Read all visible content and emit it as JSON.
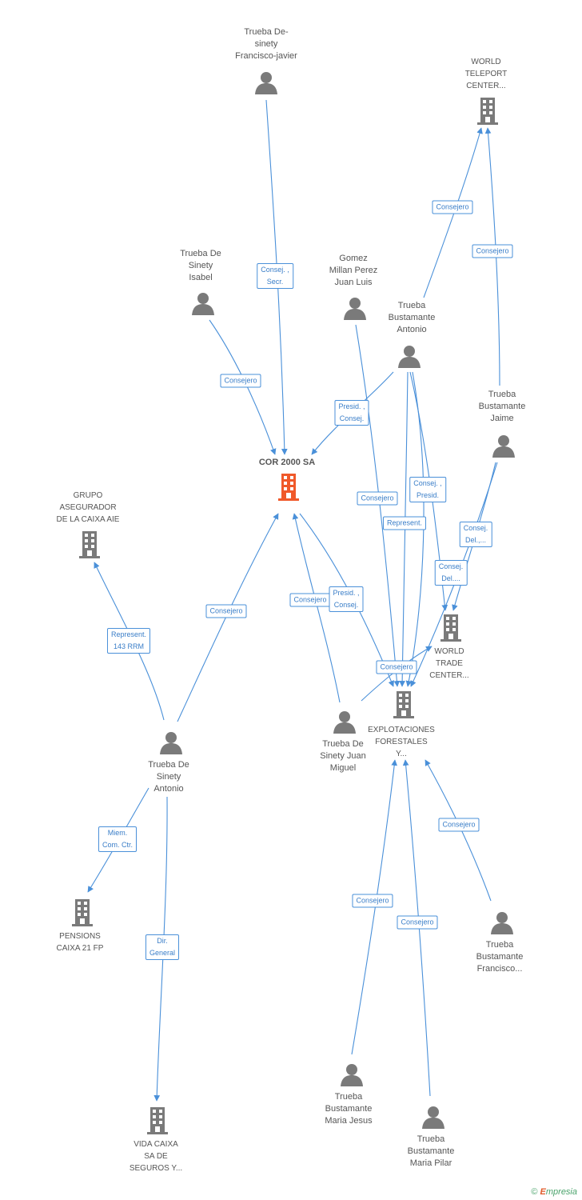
{
  "nodes": {
    "cor2000": {
      "label": "COR 2000 SA",
      "kind": "company",
      "color": "#f0592a"
    },
    "trueba_fjavier": {
      "label": "Trueba De-\nsinety\nFrancisco-javier",
      "kind": "person"
    },
    "world_teleport": {
      "label": "WORLD\nTELEPORT\nCENTER...",
      "kind": "company"
    },
    "trueba_isabel": {
      "label": "Trueba De\nSinety\nIsabel",
      "kind": "person"
    },
    "gomez_millan": {
      "label": "Gomez\nMillan Perez\nJuan Luis",
      "kind": "person"
    },
    "trueba_antonio_b": {
      "label": "Trueba\nBustamante\nAntonio",
      "kind": "person"
    },
    "trueba_jaime": {
      "label": "Trueba\nBustamante\nJaime",
      "kind": "person"
    },
    "grupo_asegurador": {
      "label": "GRUPO\nASEGURADOR\nDE LA CAIXA AIE",
      "kind": "company"
    },
    "world_trade": {
      "label": "WORLD\nTRADE\nCENTER...",
      "kind": "company"
    },
    "explotaciones": {
      "label": "EXPLOTACIONES\nFORESTALES\nY...",
      "kind": "company"
    },
    "trueba_juan_miguel": {
      "label": "Trueba De\nSinety Juan\nMiguel",
      "kind": "person"
    },
    "trueba_antonio_s": {
      "label": "Trueba De\nSinety\nAntonio",
      "kind": "person"
    },
    "pensions": {
      "label": "PENSIONS\nCAIXA 21 FP",
      "kind": "company"
    },
    "trueba_francisco_b": {
      "label": "Trueba\nBustamante\nFrancisco...",
      "kind": "person"
    },
    "vida_caixa": {
      "label": "VIDA CAIXA\nSA DE\nSEGUROS Y...",
      "kind": "company"
    },
    "trueba_maria_jesus": {
      "label": "Trueba\nBustamante\nMaria Jesus",
      "kind": "person"
    },
    "trueba_maria_pilar": {
      "label": "Trueba\nBustamante\nMaria Pilar",
      "kind": "person"
    }
  },
  "edge_labels": {
    "consej_secr": "Consej. ,\nSecr.",
    "consejero_isabel": "Consejero",
    "presid_consej_top": "Presid. ,\nConsej.",
    "consejero_wt1": "Consejero",
    "consejero_wt2": "Consejero",
    "consejero_gomez": "Consejero",
    "represent": "Represent.",
    "consej_presid": "Consej. ,\nPresid.",
    "consej_del_1": "Consej.\nDel.,...",
    "consej_del_2": "Consej.\nDel....",
    "consejero_antonio_s": "Consejero",
    "represent_143": "Represent.\n143 RRM",
    "consejero_mid": "Consejero",
    "presid_consej_mid": "Presid. ,\nConsej.",
    "consejero_jm": "Consejero",
    "miem_com": "Miem.\nCom. Ctr.",
    "dir_general": "Dir.\nGeneral",
    "consejero_francisco": "Consejero",
    "consejero_mj": "Consejero",
    "consejero_mp": "Consejero"
  },
  "footer": {
    "copyright": "©",
    "brand_initial": "E",
    "brand_rest": "mpresia"
  }
}
